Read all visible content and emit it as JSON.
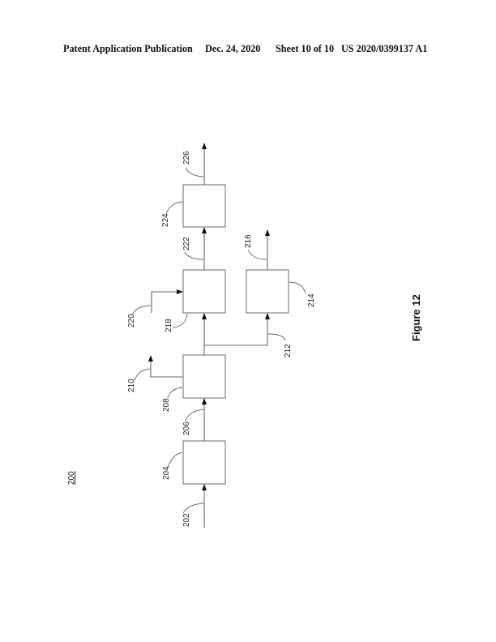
{
  "header": {
    "publication": "Patent Application Publication",
    "date": "Dec. 24, 2020",
    "sheet": "Sheet 10 of 10",
    "number": "US 2020/0399137 A1"
  },
  "figure": {
    "caption": "Figure 12",
    "system_ref": "200",
    "boxes": [
      {
        "ref": "204",
        "role": "first unit"
      },
      {
        "ref": "208",
        "role": "second unit"
      },
      {
        "ref": "218",
        "role": "third unit"
      },
      {
        "ref": "224",
        "role": "fourth unit"
      },
      {
        "ref": "214",
        "role": "side unit"
      }
    ],
    "streams": [
      "202",
      "206",
      "210",
      "212",
      "216",
      "220",
      "222",
      "226"
    ],
    "colors": {
      "line": "#666666",
      "box": "#777777",
      "arrow": "#111111"
    }
  }
}
